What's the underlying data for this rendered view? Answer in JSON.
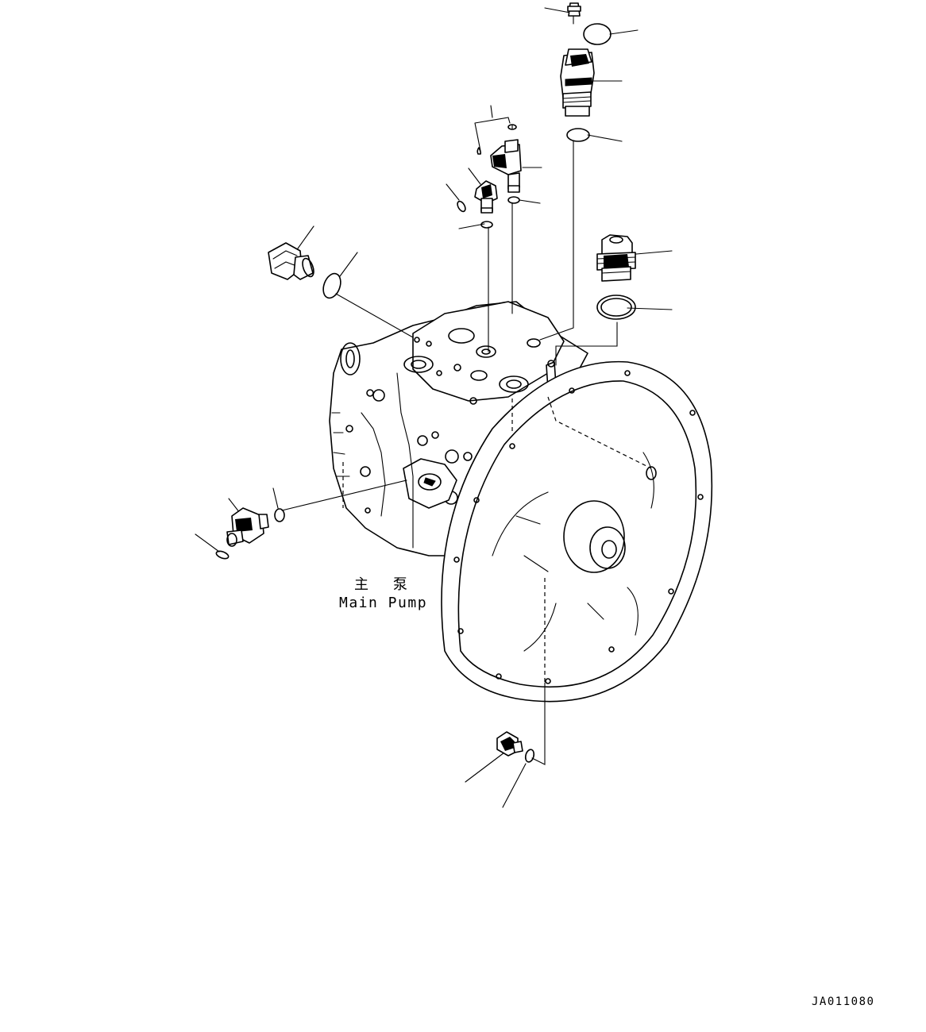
{
  "diagram": {
    "label_cn": "主 泵",
    "label_en": "Main Pump",
    "drawing_code": "JA011080"
  }
}
